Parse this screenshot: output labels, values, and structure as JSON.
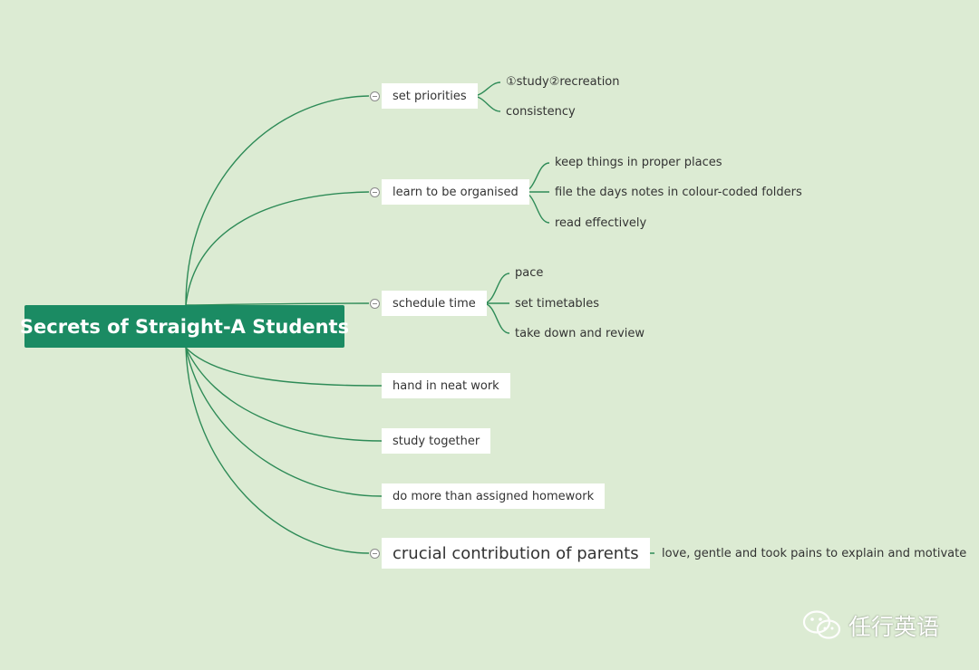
{
  "mindmap": {
    "root": "Secrets of Straight-A Students",
    "branches": [
      {
        "label": "set priorities",
        "children": [
          "①study②recreation",
          "consistency"
        ]
      },
      {
        "label": "learn to be organised",
        "children": [
          "keep things in proper places",
          "file the days notes in colour-coded folders",
          "read effectively"
        ]
      },
      {
        "label": "schedule time",
        "children": [
          "pace",
          "set timetables",
          "take down and review"
        ]
      },
      {
        "label": "hand in neat work",
        "children": []
      },
      {
        "label": "study together",
        "children": []
      },
      {
        "label": "do more than assigned homework",
        "children": []
      },
      {
        "label": "crucial contribution of parents",
        "children": [
          "love, gentle and took pains to explain and motivate"
        ]
      }
    ]
  },
  "watermark": {
    "text": "任行英语",
    "icon": "wechat-icon"
  },
  "colors": {
    "background": "#dcebd3",
    "root": "#1b8b63",
    "line": "#2e8b57"
  }
}
